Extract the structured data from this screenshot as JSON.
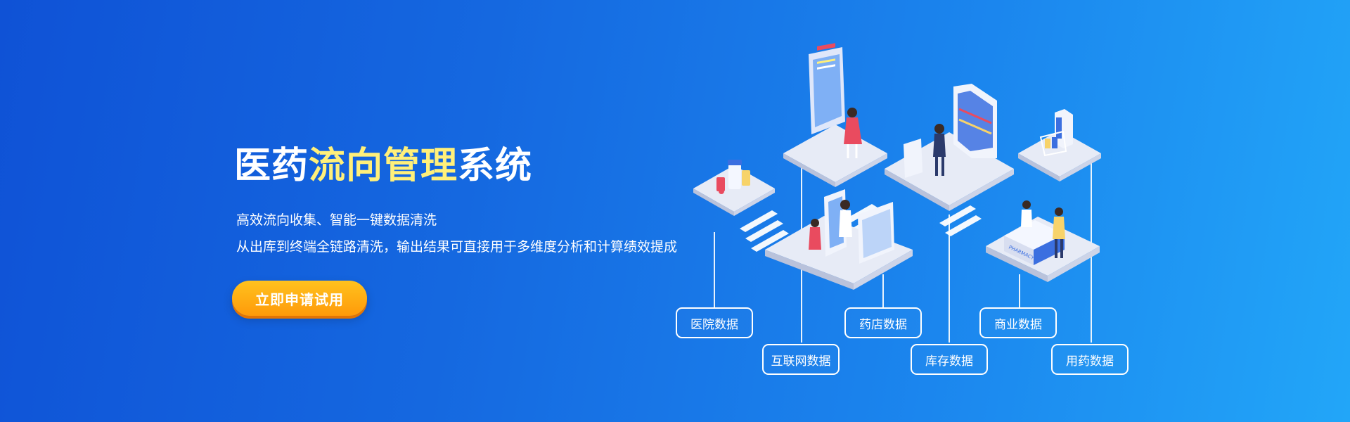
{
  "hero": {
    "title_part1": "医药",
    "title_highlight": "流向管理",
    "title_part2": "系统",
    "subtitle_line1": "高效流向收集、智能一键数据清洗",
    "subtitle_line2": "从出库到终端全链路清洗，输出结果可直接用于多维度分析和计算绩效提成",
    "cta_label": "立即申请试用"
  },
  "colors": {
    "background_start": "#0f52d6",
    "background_end": "#22a6f8",
    "title_highlight": "#fff07a",
    "cta": "#ff9a0a"
  },
  "tags": {
    "hospital": "医院数据",
    "internet": "互联网数据",
    "pharmacy": "药店数据",
    "inventory": "库存数据",
    "commerce": "商业数据",
    "medication": "用药数据"
  },
  "illustration": {
    "pharmacy_sign": "PHARMACY"
  }
}
